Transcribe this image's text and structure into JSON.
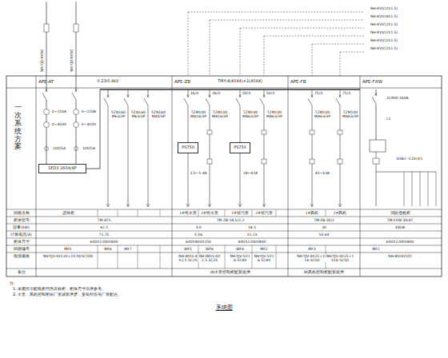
{
  "diagram": {
    "caption": "系统图",
    "nodes": [
      {
        "text": [
          "APE-AT"
        ]
      },
      {
        "text": [
          "APE-ZB"
        ]
      },
      {
        "text": [
          "APE-FB"
        ]
      },
      {
        "text": [
          "APE-FXW"
        ]
      },
      {
        "text": [
          "SFD3 160A/4P"
        ]
      },
      {
        "text": [
          "PS750"
        ]
      },
      {
        "text": [
          "PS750"
        ]
      }
    ],
    "labels": [
      "一次系统方案",
      "NH-KVV(2X1.5)",
      "NH-KVV(4X1.5)",
      "NH-KVV(2X1.5)",
      "NH-KVV(2X1.5)",
      "NH-KVV(2X1.5)",
      "NH-KVV(2X1.5)",
      "NH-YJV-4X50",
      "NH-YJV-4X50",
      "0.23/0.4kV",
      "TMY-4(40X4)+1(40X4)",
      "0~150A",
      "0~150A",
      "0~450V",
      "0~450V",
      "100/5A",
      "100/5A",
      "YZN160 M63/3P",
      "YZN160 M63/3P",
      "YZN160 M40/3P",
      "16/3",
      "16/3",
      "50/3",
      "50/3",
      "75/3",
      "75/3",
      "TZM100 MA16/3P",
      "TZM100 MA16/3P",
      "TZM100 MA63/3P",
      "TZM100 MA63/3P",
      "TZM100 MA63/3P",
      "TZM100 MA63/3P",
      "3.5~5.4A",
      "28~42A",
      "45~63A",
      "XLP00-160A",
      "L1",
      "GSB2 -C10/3/1",
      "回路名称",
      "柜体型号",
      "容量(kW)",
      "计算电流(A)",
      "柜体尺寸",
      "回路编号",
      "电缆规格",
      "备注",
      "进线柜",
      "1#给水泵",
      "2#给水泵",
      "1#排污泵",
      "2#排污泵",
      "1#风机",
      "2#风机",
      "消防巡检柜",
      "TM-AT5",
      "TM-ZB-18.5/2.2",
      "TM-FB-30/2",
      "TM-FXW-30/4T",
      "42.5",
      "3.0",
      "18.5",
      "30",
      "30kW",
      "71.75",
      "5.06",
      "31.23",
      "50.64",
      "600X2200X800",
      "600X800X250",
      "800X2200X800",
      "600X2200X800",
      "MF5",
      "MF6",
      "MF7",
      "WF5",
      "WF6",
      "WF4",
      "MF2",
      "MF3",
      "MF1",
      "NH-YJV-4X120+1X70/SC100",
      "NH-WD3-4X2.5 SC25",
      "NH-WD3-4X2.5 SC25",
      "NH-YJV-5X16 SC40",
      "NH-YJV-5X16 SC40",
      "NH-YJV-4X25+1X16 SC50",
      "NH-YJV-4X25+1X16 SC50",
      "NH-BV(4X10)",
      "由水泵控制柜配套提供",
      "由风机控制柜配套提供",
      "注:",
      "1. 本图所示配电柜均为非标柜，柜体尺寸仅供参考。",
      "2. 水泵、风机控制柜由厂家成套供货，安装时应与厂家配合。"
    ]
  }
}
